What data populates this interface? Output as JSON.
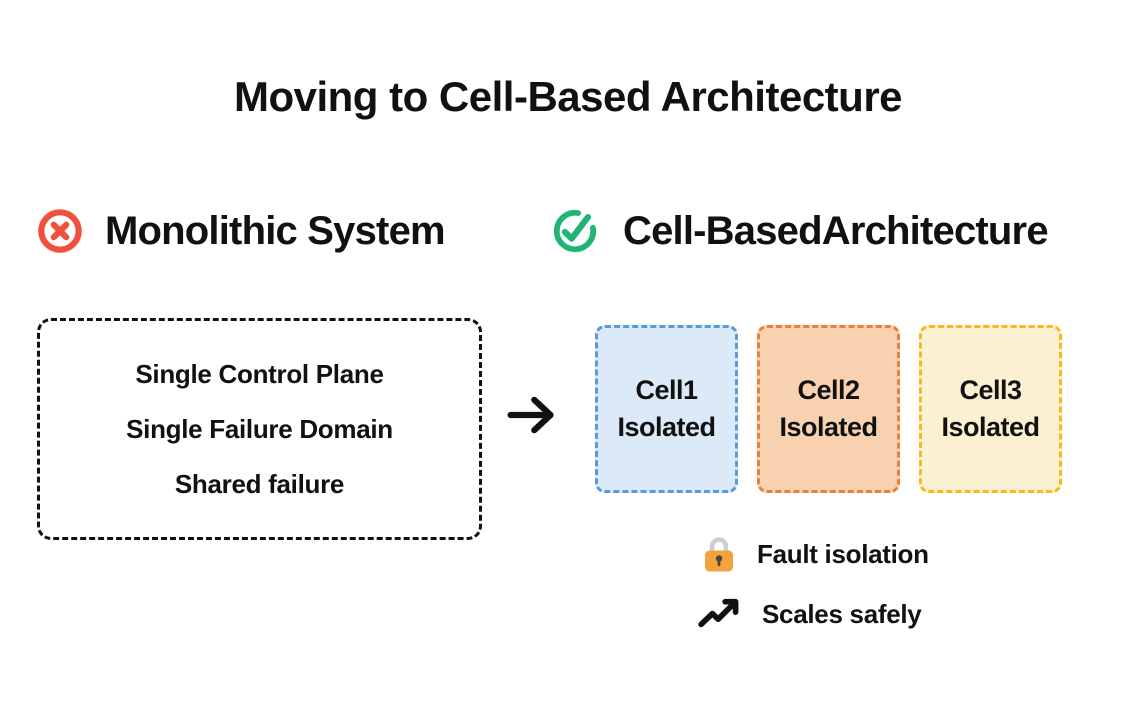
{
  "title": "Moving to Cell-Based Architecture",
  "colors": {
    "text": "#111111",
    "error": "#F1503C",
    "success": "#21B573",
    "arrow": "#111111",
    "trend": "#111111",
    "lock_body": "#F2A33C",
    "lock_shackle": "#C8CED6",
    "lock_keyhole": "#4C4436",
    "box_border": "#111111"
  },
  "monolith": {
    "icon": "error-circle-icon",
    "heading": "Monolithic System",
    "items": [
      "Single Control Plane",
      "Single Failure Domain",
      "Shared failure"
    ]
  },
  "cellbased": {
    "icon": "check-circle-icon",
    "heading": "Cell-BasedArchitecture",
    "cells": [
      {
        "name": "Cell1",
        "status": "Isolated",
        "fill": "#DCE9F8",
        "border": "#5B9BD5"
      },
      {
        "name": "Cell2",
        "status": "Isolated",
        "fill": "#F8D2B0",
        "border": "#E8823B"
      },
      {
        "name": "Cell3",
        "status": "Isolated",
        "fill": "#FBF1D2",
        "border": "#F4BA1E"
      }
    ],
    "features": [
      {
        "icon": "lock-icon",
        "label": "Fault isolation"
      },
      {
        "icon": "trending-up-icon",
        "label": "Scales safely"
      }
    ]
  }
}
